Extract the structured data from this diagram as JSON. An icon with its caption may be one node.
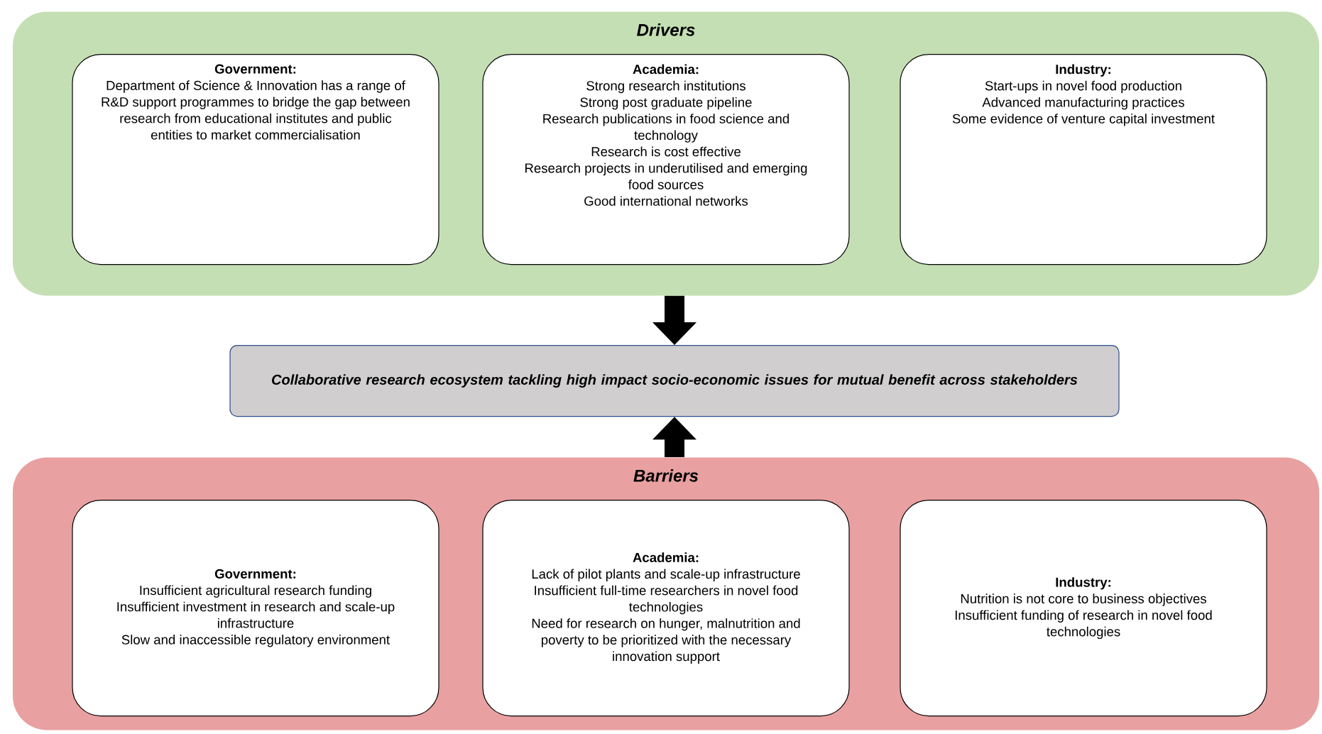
{
  "diagram": {
    "nodes": [
      {
        "text": [
          "Drivers"
        ]
      },
      {
        "text": [
          "Government:",
          "Department of Science & Innovation has a range of R&D support programmes to bridge the gap between research from educational institutes and public entities to market commercialisation"
        ],
        "in": 0
      },
      {
        "text": [
          "Academia:",
          "Strong research institutions",
          "Strong post graduate pipeline",
          "Research publications in food science and technology",
          "Research is cost effective",
          "Research projects in underutilised and emerging food sources",
          "Good international networks"
        ],
        "in": 0
      },
      {
        "text": [
          "Industry:",
          "Start-ups in novel food production",
          "Advanced manufacturing practices",
          "Some evidence of venture capital investment"
        ],
        "in": 0
      },
      {
        "text": [
          "Collaborative research ecosystem tackling high impact socio-economic issues for mutual benefit across stakeholders"
        ]
      },
      {
        "text": [
          "Barriers"
        ]
      },
      {
        "text": [
          "Government:",
          "Insufficient agricultural research funding",
          "Insufficient investment in research and scale-up infrastructure",
          "Slow and inaccessible regulatory environment"
        ],
        "in": 5
      },
      {
        "text": [
          "Academia:",
          "Lack of pilot plants and scale-up infrastructure",
          "Insufficient full-time researchers in novel food technologies",
          "Need for research on hunger, malnutrition and poverty to be prioritized with the necessary innovation support"
        ],
        "in": 5
      },
      {
        "text": [
          "Industry:",
          "Nutrition is not core to business objectives",
          "Insufficient funding of research in novel food technologies"
        ],
        "in": 5
      }
    ],
    "edges": [
      {
        "from": 0,
        "to": 4,
        "arrow": "to"
      },
      {
        "from": 5,
        "to": 4,
        "arrow": "to"
      }
    ]
  }
}
